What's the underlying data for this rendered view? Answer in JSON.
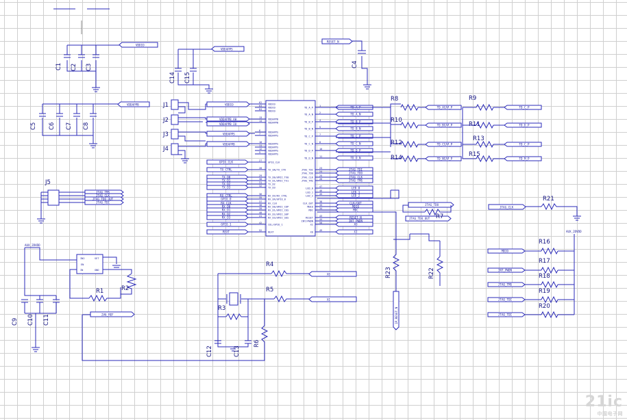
{
  "ic": {
    "left_pins": [
      [
        "VDDIO",
        "62"
      ],
      [
        "VDDIO",
        "63"
      ],
      [
        "VDDIO",
        "64"
      ],
      [
        "VDDAPPB",
        "13"
      ],
      [
        "VDDAPPB",
        "14"
      ],
      [
        "VDDAPPS",
        "6"
      ],
      [
        "VDDAPPS",
        "7"
      ],
      [
        "VDDAPPS",
        "10"
      ],
      [
        "VDDAPPS",
        "11"
      ],
      [
        "VDDAPPS",
        "12"
      ],
      [
        "VDDAPPS",
        "5"
      ],
      [
        "GPIO_CLK",
        "27"
      ],
      [
        "TX_EN/TX_CTR",
        "28"
      ],
      [
        "TX_D0/GMII_TX0",
        "29"
      ],
      [
        "TX_D1/GMII_TX1",
        "30"
      ],
      [
        "TX_D2",
        "31"
      ],
      [
        "TX_D3",
        "32"
      ],
      [
        "RX_DV/RX_CTRL",
        "36"
      ],
      [
        "RX_ER/GPIO_0",
        "35"
      ],
      [
        "RX_CLK",
        "37"
      ],
      [
        "RX_D0/GMII_COP",
        "38"
      ],
      [
        "RX_D1/GMII_COS",
        "39"
      ],
      [
        "RX_D2/GMII_SOP",
        "40"
      ],
      [
        "RX_D3/GMII_SOS",
        "41"
      ],
      [
        "COL/GPIO_1",
        "42"
      ],
      [
        "REXT",
        "52"
      ]
    ],
    "right_pins": [
      [
        "TD_A_P",
        "1"
      ],
      [
        "TD_A_N",
        "2"
      ],
      [
        "TD_B_P",
        "4"
      ],
      [
        "TD_B_N",
        "5"
      ],
      [
        "TD_C_P",
        "7"
      ],
      [
        "TD_C_N",
        "8"
      ],
      [
        "TD_D_P",
        "10"
      ],
      [
        "TD_D_N",
        "11"
      ],
      [
        "JTAG_TDI",
        "23"
      ],
      [
        "JTAG_TDO",
        "24"
      ],
      [
        "JTAG_CLK",
        "25"
      ],
      [
        "JTAG_TMS",
        "26"
      ],
      [
        "LED_0",
        "47"
      ],
      [
        "LED_1",
        "46"
      ],
      [
        "LED_2",
        "45"
      ],
      [
        "CLK_OUT",
        "38"
      ],
      [
        "MDIO",
        "33"
      ],
      [
        "MDC",
        "34"
      ],
      [
        "RESET",
        "43"
      ],
      [
        "INT/PWDN",
        "44"
      ],
      [
        "XI",
        "50"
      ],
      [
        "XO",
        "49"
      ]
    ]
  },
  "nets": {
    "vddio_top": "VDDIO",
    "vddappsa_top": "VDDAPPS",
    "reset_top": "RESET_N",
    "vddappb_left": "VDDAPPB",
    "j1": "VDDIO",
    "j2a": "VDDAPPB_AH",
    "j2b": "VDDAPPB_IO",
    "j3": "VDDAPPS",
    "j4": "VDDAPPB",
    "gpio_clk": "GPIO_CLK",
    "tx_ctrl": "TX_CTRL",
    "tx": [
      "TX_D0",
      "TX_D1",
      "TX_D2",
      "TX_D3"
    ],
    "rx_ctrl": "RX_CTRL",
    "gpio0": "GPIO_0",
    "rx_clk": "RX_CLK",
    "rx": [
      "RX_D0",
      "RX_D1",
      "RX_D2",
      "RX_D3"
    ],
    "gpio1": "GPIO_1",
    "rext": "REXT",
    "td": [
      "TD_A_P",
      "TD_A_N",
      "TD_B_P",
      "TD_B_N",
      "TD_C_P",
      "TD_C_N",
      "TD_D_P",
      "TD_D_N"
    ],
    "jtag": [
      "JTAG_TDI",
      "JTAG_TDO",
      "JTAG_CLK",
      "JTAG_TMS"
    ],
    "led": [
      "LED_0",
      "LED_1",
      "LED_2"
    ],
    "clk_mdio": [
      "CLK/OUT",
      "MDIO",
      "MDC"
    ],
    "rst_int": [
      "RESET_N",
      "INT_PWDN"
    ],
    "xo": "XO",
    "xi": "XI",
    "cap_out": [
      "TD_ACAP_P",
      "TD_BCAP_P",
      "TD_CCAP_P",
      "TD_NCAP_P"
    ],
    "far_out": [
      "TD_C_P",
      "TD_D_P",
      "TD_C_P",
      "TD_M_P"
    ],
    "jtag_tdo": "JTAG_TDO",
    "jtag_tdo_out": "JTAG_TDO_OUT",
    "jtag_clk_r": "JTAG_CLK",
    "aux": "AUX_2DVDD",
    "j5": [
      "JTAG_TMS",
      "JTAG_CLK",
      "JTAG_TDO_OUT",
      "JTAG_TDI"
    ],
    "pullups": [
      "MDIO",
      "INT_PWDN",
      "JTAG_TMS",
      "JTAG_TDI",
      "JTAG_TDI"
    ],
    "rst_vertical": "1P_RESET_N",
    "reg_pins": [
      "IN2",
      "IN",
      "SET",
      "GND",
      "EN"
    ],
    "reg_out": "2V6_REF",
    "aux_left": "AUX_2DVDD"
  },
  "refs": {
    "C1": "C1",
    "C2": "C2",
    "C3": "C3",
    "C4": "C4",
    "C5": "C5",
    "C6": "C6",
    "C7": "C7",
    "C8": "C8",
    "C9": "C9",
    "C10": "C10",
    "C11": "C11",
    "C12": "C12",
    "C13": "C13",
    "C14": "C14",
    "C15": "C15",
    "J1": "J1",
    "J2": "J2",
    "J3": "J3",
    "J4": "J4",
    "J5": "J5",
    "R1": "R1",
    "R2": "R2",
    "R3": "R3",
    "R4": "R4",
    "R5": "R5",
    "R6": "R6",
    "R7": "R7",
    "R8": "R8",
    "R9": "R9",
    "R10": "R10",
    "R11": "R11",
    "R12": "R12",
    "R13": "R13",
    "R14": "R14",
    "R15": "R15",
    "R16": "R16",
    "R17": "R17",
    "R18": "R18",
    "R19": "R19",
    "R20": "R20",
    "R21": "R21",
    "R22": "R22",
    "R23": "R23"
  },
  "watermark": {
    "main": "21ic",
    "sub": "中国电子网"
  }
}
